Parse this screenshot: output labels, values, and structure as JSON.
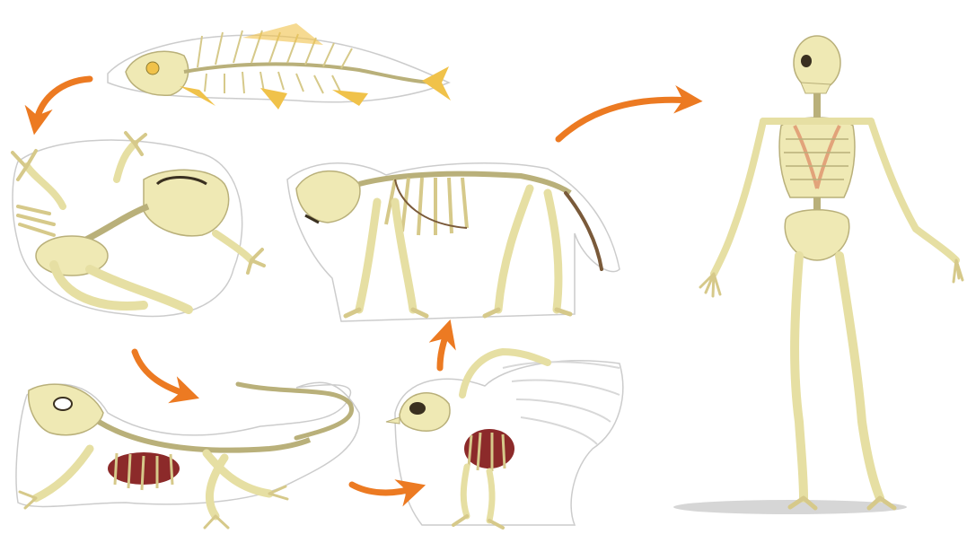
{
  "diagram": {
    "stages": [
      {
        "id": "fish",
        "icon": "fish-skeleton-icon"
      },
      {
        "id": "frog",
        "icon": "frog-skeleton-icon"
      },
      {
        "id": "lizard",
        "icon": "lizard-skeleton-icon"
      },
      {
        "id": "bird",
        "icon": "bird-skeleton-icon"
      },
      {
        "id": "cat",
        "icon": "cat-skeleton-icon"
      },
      {
        "id": "human",
        "icon": "human-skeleton-icon"
      }
    ],
    "connections": [
      {
        "from": "fish",
        "to": "frog"
      },
      {
        "from": "frog",
        "to": "lizard"
      },
      {
        "from": "lizard",
        "to": "bird"
      },
      {
        "from": "bird",
        "to": "cat"
      },
      {
        "from": "cat",
        "to": "human"
      }
    ]
  },
  "colors": {
    "bone": "#efe9b4",
    "bone_stroke": "#b9b07a",
    "fin": "#f0c24a",
    "outline": "#c8c8c8",
    "arrow": "#ec7a22",
    "ribs_red": "#8c2a2a",
    "shadow": "#d6d6d6"
  }
}
